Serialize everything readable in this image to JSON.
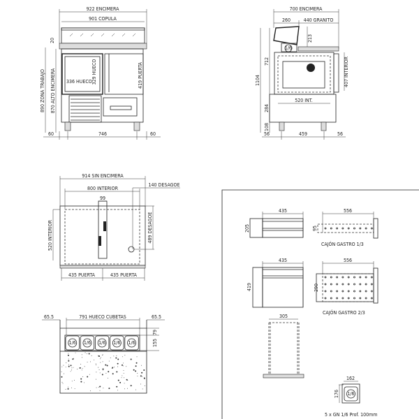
{
  "front_view": {
    "encimera": "922 ENCIMERA",
    "copula": "901 COPULA",
    "glass_height": "20",
    "hueco_width": "336 HUECO",
    "hueco_height": "329 HUECO",
    "puerta": "419 PUERTA",
    "zona_trabajo": "890 ZONA TRABAJO",
    "alto_encimera": "870 ALTO ENCIMERA",
    "left_margin": "60",
    "width": "746",
    "right_margin": "60"
  },
  "side_view": {
    "encimera": "700 ENCIMERA",
    "copula_depth": "260",
    "granito": "440 GRANITO",
    "copula_height": "213",
    "body_height": "712",
    "total_height": "1104",
    "interior_height": "407 INTERIOR",
    "interior_depth": "520 INT.",
    "base_height": "284",
    "leg_height": "108",
    "left_margin": "56",
    "leg_span": "459",
    "right_margin": "56",
    "pan_label": "1/6"
  },
  "plan_view": {
    "width": "914 SIN ENCIMERA",
    "desague_offset": "140 DESAGOE",
    "interior_width": "800 INTERIOR",
    "mullion": "99",
    "interior_depth": "520 INTERIOR",
    "desague_depth": "489 DESAGOE",
    "door_left": "435 PUERTA",
    "door_right": "435 PUERTA"
  },
  "pans_view": {
    "left_margin": "65.5",
    "hueco": "791 HUECO CUBETAS",
    "right_margin": "65.5",
    "dim_top": "79",
    "dim_pan": "155",
    "pan_labels": [
      "1/6",
      "1/6",
      "1/6",
      "1/6",
      "1/6"
    ]
  },
  "drawers": {
    "d13_width": "435",
    "d13_height": "205",
    "d13_depth": "556",
    "d13_inner": "95",
    "d13_title": "CAJÓN GASTRO 1/3",
    "d23_width": "435",
    "d23_height": "419",
    "d23_depth": "556",
    "d23_inner": "290",
    "d23_title": "CAJÓN GASTRO 2/3",
    "rack_width": "305"
  },
  "gn_pan": {
    "width": "162",
    "height": "176",
    "label": "1/6",
    "caption": "5 x GN 1/6 Prof. 100mm"
  }
}
